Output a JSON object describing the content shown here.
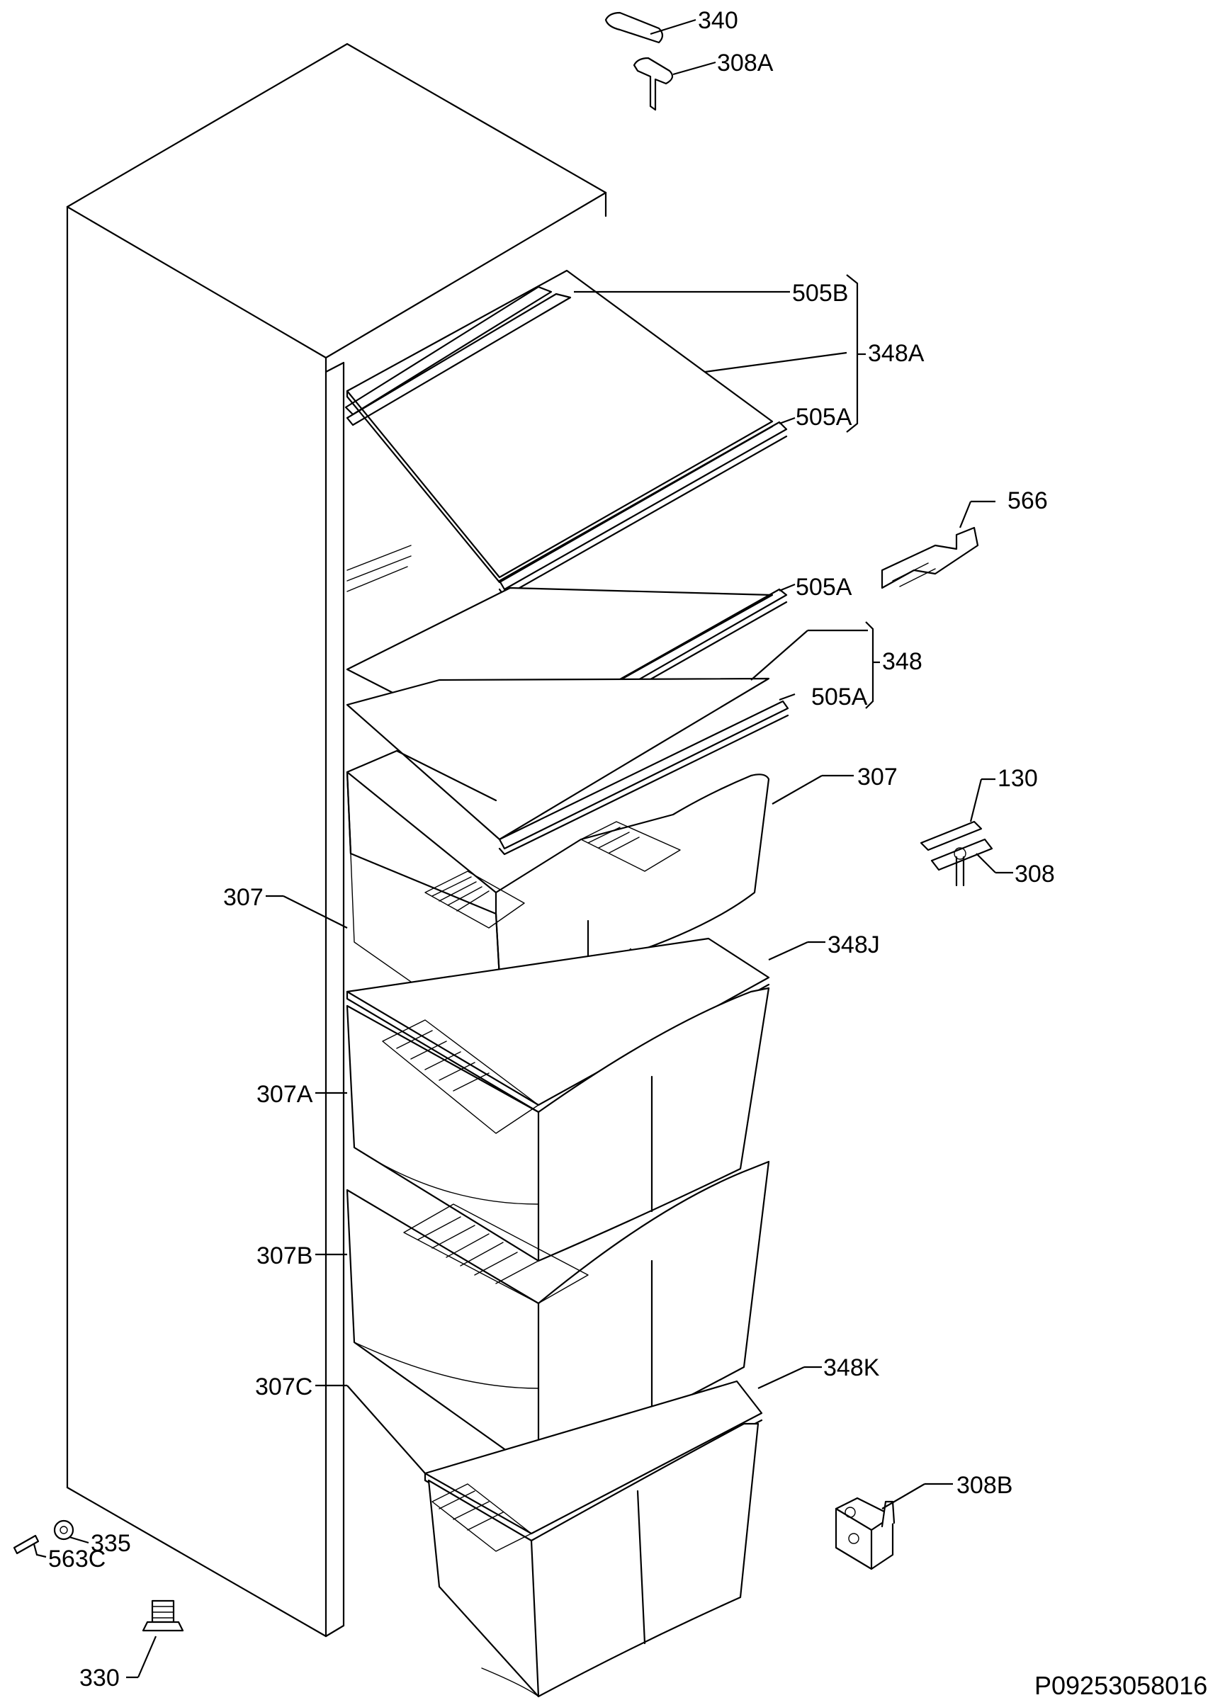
{
  "diagram_code": "P09253058016",
  "labels": {
    "l340": "340",
    "l308A": "308A",
    "l505B": "505B",
    "l348A": "348A",
    "l505A_1": "505A",
    "l566": "566",
    "l505A_2": "505A",
    "l348": "348",
    "l505A_3": "505A",
    "l307_right": "307",
    "l130": "130",
    "l308": "308",
    "l307_left": "307",
    "l348J": "348J",
    "l307A": "307A",
    "l307B": "307B",
    "l307C": "307C",
    "l348K": "348K",
    "l308B": "308B",
    "l335": "335",
    "l563C": "563C",
    "l330": "330"
  }
}
